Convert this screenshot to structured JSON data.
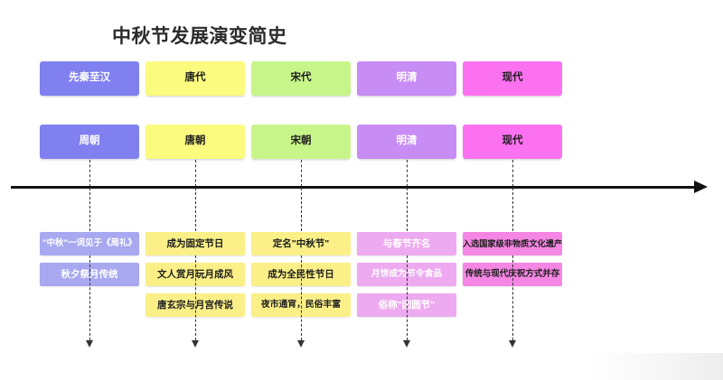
{
  "title": "中秋节发展演变简史",
  "axis": {
    "arrow_direction": "right",
    "label": ""
  },
  "colors": {
    "era1": "#8080f0",
    "era2": "#fbfb80",
    "era3": "#c8f58a",
    "era4": "#c88cf5",
    "era5": "#fb71f0",
    "item1": "#a8a8f0",
    "item2": "#fbf088",
    "item3": "#fbf088",
    "item4": "#edaaf0",
    "item5": "#f586e3",
    "axis": "#111111",
    "connector": "#333333",
    "title": "#2b2b2b"
  },
  "columns": [
    {
      "era_top": "先秦至汉",
      "era_bottom": "周朝",
      "items": [
        "\"中秋\"一词见于《周礼》",
        "秋夕祭月传统"
      ]
    },
    {
      "era_top": "唐代",
      "era_bottom": "唐朝",
      "items": [
        "成为固定节日",
        "文人赏月玩月成风",
        "唐玄宗与月宫传说"
      ]
    },
    {
      "era_top": "宋代",
      "era_bottom": "宋朝",
      "items": [
        "定名\"中秋节\"",
        "成为全民性节日",
        "夜市通宵，民俗丰富"
      ]
    },
    {
      "era_top": "明清",
      "era_bottom": "明清",
      "items": [
        "与春节齐名",
        "月饼成为节令食品",
        "俗称\"团圆节\""
      ]
    },
    {
      "era_top": "现代",
      "era_bottom": "现代",
      "items": [
        "入选国家级非物质文化遗产",
        "传统与现代庆祝方式并存"
      ]
    }
  ]
}
